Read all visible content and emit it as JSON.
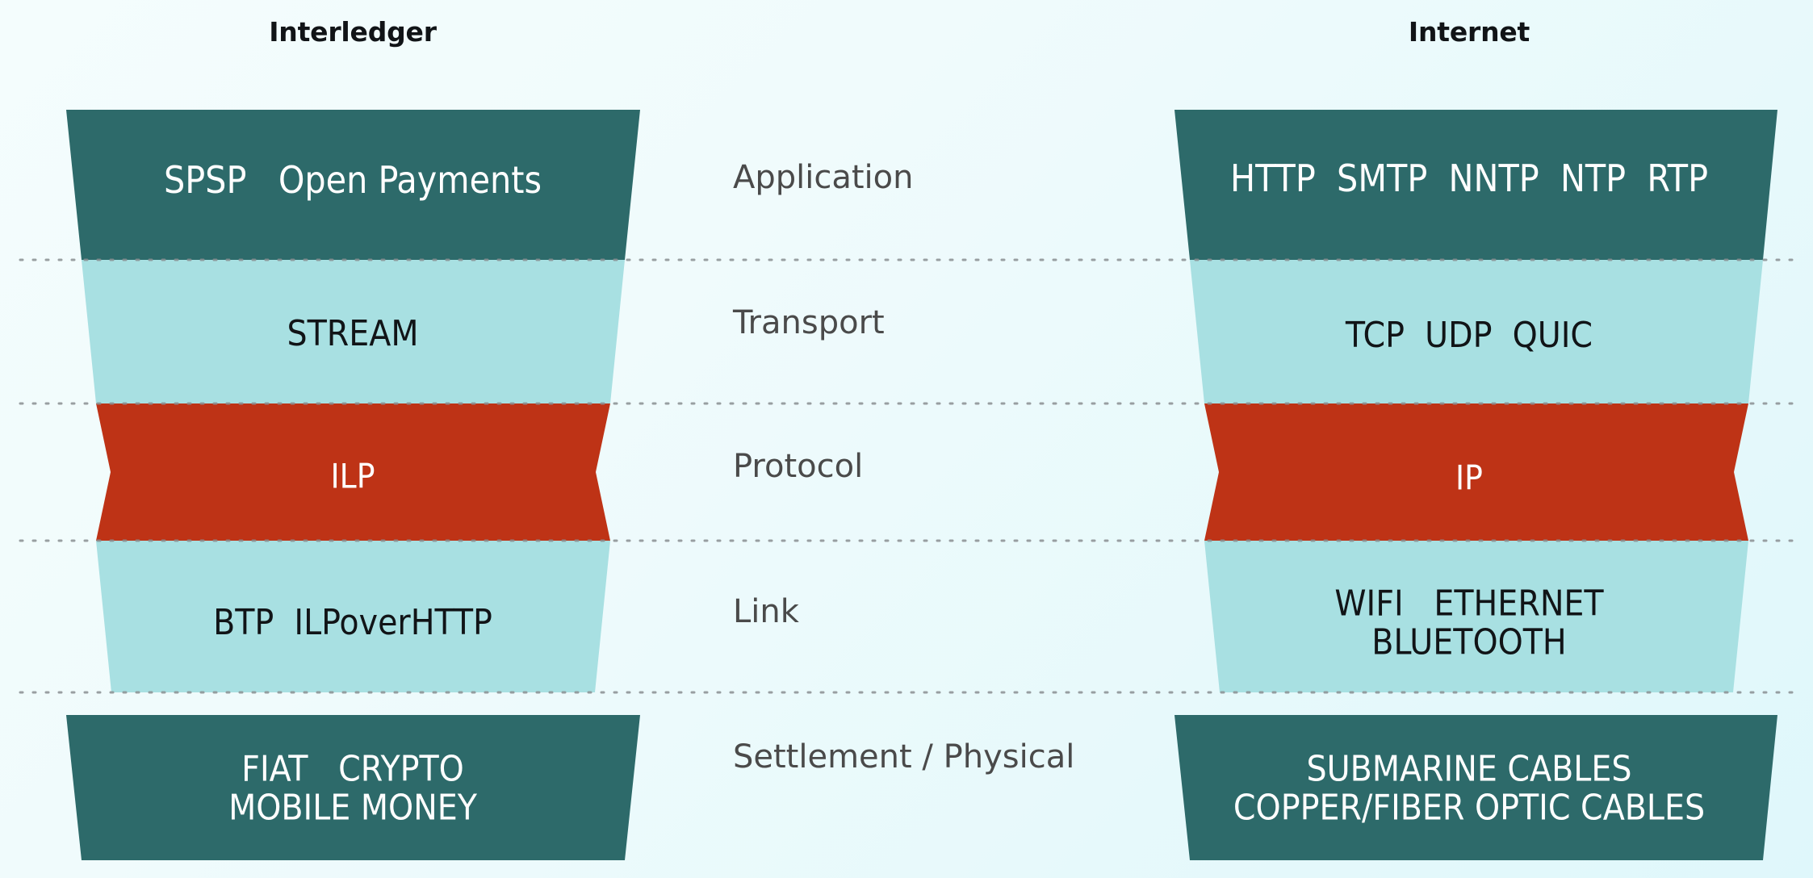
{
  "columns": {
    "left": {
      "title": "Interledger"
    },
    "right": {
      "title": "Internet"
    }
  },
  "layer_labels": [
    {
      "name": "application",
      "label": "Application"
    },
    {
      "name": "transport",
      "label": "Transport"
    },
    {
      "name": "protocol",
      "label": "Protocol"
    },
    {
      "name": "link",
      "label": "Link"
    },
    {
      "name": "settlement",
      "label": "Settlement / Physical"
    }
  ],
  "left_stack": [
    {
      "layer": "application",
      "text": "SPSP   Open Payments",
      "fill": "#2d6a6a",
      "text_color": "#ffffff"
    },
    {
      "layer": "transport",
      "text": "STREAM",
      "fill": "#a8e0e2",
      "text_color": "#111417"
    },
    {
      "layer": "protocol",
      "text": "ILP",
      "fill": "#be3316",
      "text_color": "#ffffff"
    },
    {
      "layer": "link",
      "text": "BTP  ILPoverHTTP",
      "fill": "#a8e0e2",
      "text_color": "#111417"
    },
    {
      "layer": "settlement",
      "text": "FIAT   CRYPTO\nMOBILE MONEY",
      "fill": "#2d6a6a",
      "text_color": "#ffffff"
    }
  ],
  "right_stack": [
    {
      "layer": "application",
      "text": "HTTP  SMTP  NNTP  NTP  RTP",
      "fill": "#2d6a6a",
      "text_color": "#ffffff"
    },
    {
      "layer": "transport",
      "text": "TCP  UDP  QUIC",
      "fill": "#a8e0e2",
      "text_color": "#111417"
    },
    {
      "layer": "protocol",
      "text": "IP",
      "fill": "#be3316",
      "text_color": "#ffffff"
    },
    {
      "layer": "link",
      "text": "WIFI   ETHERNET\nBLUETOOTH",
      "fill": "#a8e0e2",
      "text_color": "#111417"
    },
    {
      "layer": "settlement",
      "text": "SUBMARINE CABLES\nCOPPER/FIBER OPTIC CABLES",
      "fill": "#2d6a6a",
      "text_color": "#ffffff"
    }
  ],
  "colors": {
    "dark_teal": "#2d6a6a",
    "light_teal": "#a8e0e2",
    "accent_red": "#be3316",
    "background_start": "#f4fdfd",
    "background_end": "#dff7fb",
    "label_text": "#4a4a4a",
    "title_text": "#111417",
    "divider": "#8a8f92"
  },
  "dividers": {
    "style": "dotted",
    "count": 4,
    "y_positions": [
      322,
      500,
      670,
      858
    ]
  }
}
